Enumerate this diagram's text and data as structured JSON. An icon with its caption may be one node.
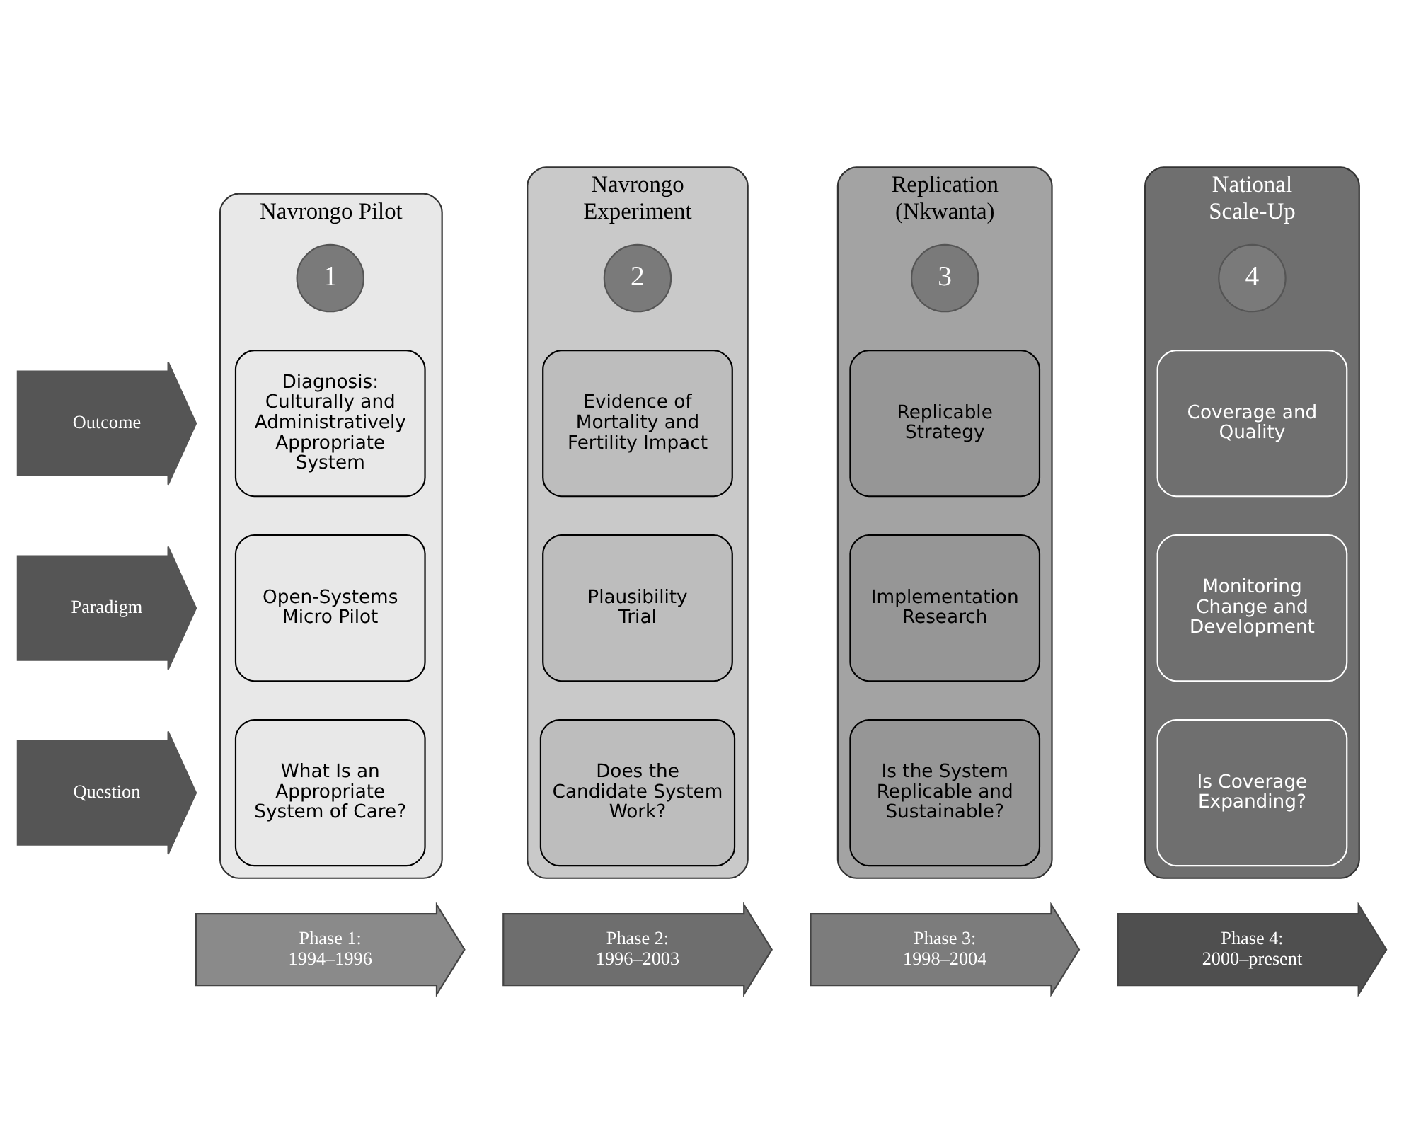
{
  "diagram": {
    "nodes": [
      {
        "text": [
          "Outcome"
        ]
      },
      {
        "text": [
          "Paradigm"
        ]
      },
      {
        "text": [
          "Question"
        ]
      },
      {
        "text": [
          "Navrongo Pilot"
        ]
      },
      {
        "text": [
          "1"
        ],
        "in": 3
      },
      {
        "text": [
          "Diagnosis: Culturally and Administratively Appropriate System"
        ],
        "in": 3
      },
      {
        "text": [
          "Open-Systems Micro Pilot"
        ],
        "in": 3
      },
      {
        "text": [
          "What Is an Appropriate System of Care?"
        ],
        "in": 3
      },
      {
        "text": [
          "Navrongo Experiment"
        ]
      },
      {
        "text": [
          "2"
        ],
        "in": 8
      },
      {
        "text": [
          "Evidence of Mortality and Fertility Impact"
        ],
        "in": 8
      },
      {
        "text": [
          "Plausibility Trial"
        ],
        "in": 8
      },
      {
        "text": [
          "Does the Candidate System Work?"
        ],
        "in": 8
      },
      {
        "text": [
          "Replication (Nkwanta)"
        ]
      },
      {
        "text": [
          "3"
        ],
        "in": 13
      },
      {
        "text": [
          "Replicable Strategy"
        ],
        "in": 13
      },
      {
        "text": [
          "Implementation Research"
        ],
        "in": 13
      },
      {
        "text": [
          "Is the System Replicable and Sustainable?"
        ],
        "in": 13
      },
      {
        "text": [
          "National Scale-Up"
        ]
      },
      {
        "text": [
          "4"
        ],
        "in": 18
      },
      {
        "text": [
          "Coverage and Quality"
        ],
        "in": 18
      },
      {
        "text": [
          "Monitoring Change and Development"
        ],
        "in": 18
      },
      {
        "text": [
          "Is Coverage Expanding?"
        ],
        "in": 18
      },
      {
        "text": [
          "Phase 1: 1994–1996"
        ]
      },
      {
        "text": [
          "Phase 2: 1996–2003"
        ]
      },
      {
        "text": [
          "Phase 3: 1998–2004"
        ]
      },
      {
        "text": [
          "Phase 4: 2000–present"
        ]
      }
    ],
    "edges": []
  }
}
